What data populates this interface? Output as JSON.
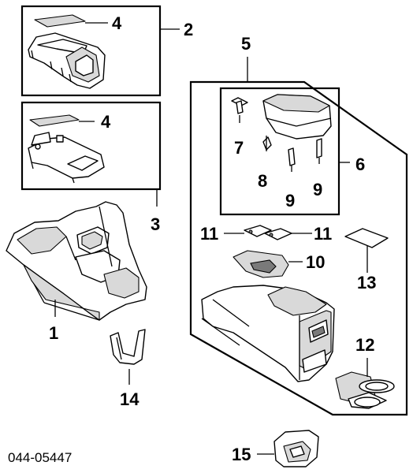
{
  "diagram": {
    "callouts": [
      {
        "id": "4a",
        "text": "4"
      },
      {
        "id": "2",
        "text": "2"
      },
      {
        "id": "4b",
        "text": "4"
      },
      {
        "id": "3",
        "text": "3"
      },
      {
        "id": "5",
        "text": "5"
      },
      {
        "id": "7",
        "text": "7"
      },
      {
        "id": "6",
        "text": "6"
      },
      {
        "id": "8",
        "text": "8"
      },
      {
        "id": "9a",
        "text": "9"
      },
      {
        "id": "9b",
        "text": "9"
      },
      {
        "id": "11a",
        "text": "11"
      },
      {
        "id": "11b",
        "text": "11"
      },
      {
        "id": "10",
        "text": "10"
      },
      {
        "id": "13",
        "text": "13"
      },
      {
        "id": "1",
        "text": "1"
      },
      {
        "id": "12",
        "text": "12"
      },
      {
        "id": "14",
        "text": "14"
      },
      {
        "id": "15",
        "text": "15"
      }
    ],
    "figure_code": "044-05447"
  }
}
